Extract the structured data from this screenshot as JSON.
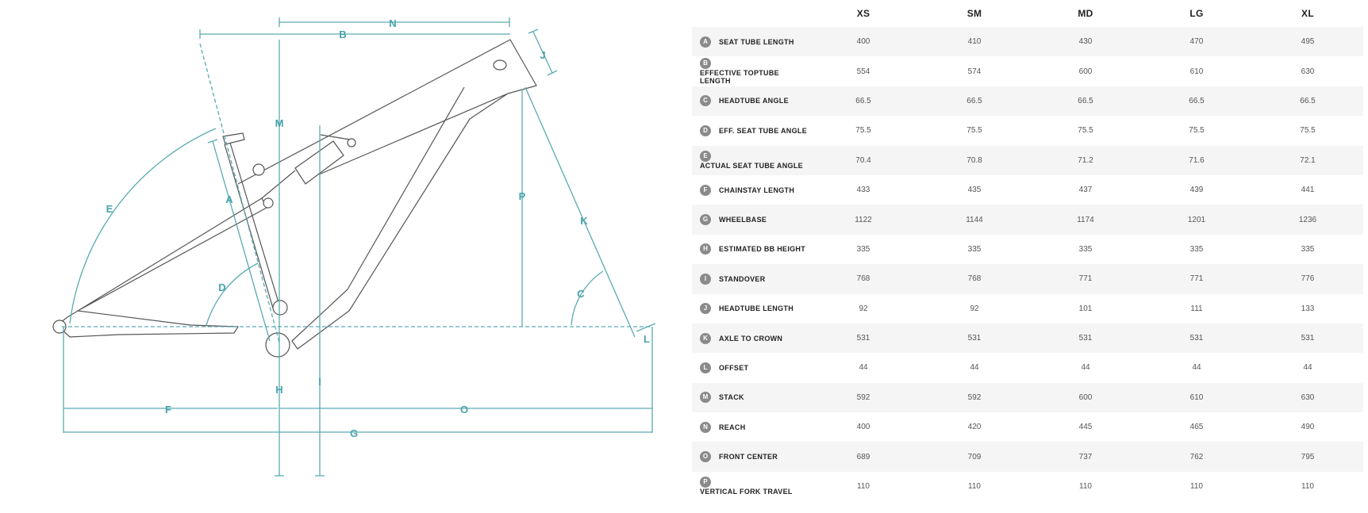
{
  "diagram": {
    "labels": {
      "A": "A",
      "B": "B",
      "C": "C",
      "D": "D",
      "E": "E",
      "F": "F",
      "G": "G",
      "H": "H",
      "I": "I",
      "J": "J",
      "K": "K",
      "L": "L",
      "M": "M",
      "N": "N",
      "O": "O",
      "P": "P"
    },
    "colors": {
      "dimension_line": "#5aaab3",
      "frame_line": "#555555"
    }
  },
  "table": {
    "sizes": [
      "XS",
      "SM",
      "MD",
      "LG",
      "XL"
    ],
    "rows": [
      {
        "letter": "A",
        "name": "SEAT TUBE LENGTH",
        "values": [
          "400",
          "410",
          "430",
          "470",
          "495"
        ]
      },
      {
        "letter": "B",
        "name": "EFFECTIVE TOPTUBE LENGTH",
        "values": [
          "554",
          "574",
          "600",
          "610",
          "630"
        ]
      },
      {
        "letter": "C",
        "name": "HEADTUBE ANGLE",
        "values": [
          "66.5",
          "66.5",
          "66.5",
          "66.5",
          "66.5"
        ]
      },
      {
        "letter": "D",
        "name": "EFF. SEAT TUBE ANGLE",
        "values": [
          "75.5",
          "75.5",
          "75.5",
          "75.5",
          "75.5"
        ]
      },
      {
        "letter": "E",
        "name": "ACTUAL SEAT TUBE ANGLE",
        "values": [
          "70.4",
          "70.8",
          "71.2",
          "71.6",
          "72.1"
        ]
      },
      {
        "letter": "F",
        "name": "CHAINSTAY LENGTH",
        "values": [
          "433",
          "435",
          "437",
          "439",
          "441"
        ]
      },
      {
        "letter": "G",
        "name": "WHEELBASE",
        "values": [
          "1122",
          "1144",
          "1174",
          "1201",
          "1236"
        ]
      },
      {
        "letter": "H",
        "name": "ESTIMATED BB HEIGHT",
        "values": [
          "335",
          "335",
          "335",
          "335",
          "335"
        ]
      },
      {
        "letter": "I",
        "name": "STANDOVER",
        "values": [
          "768",
          "768",
          "771",
          "771",
          "776"
        ]
      },
      {
        "letter": "J",
        "name": "HEADTUBE LENGTH",
        "values": [
          "92",
          "92",
          "101",
          "111",
          "133"
        ]
      },
      {
        "letter": "K",
        "name": "AXLE TO CROWN",
        "values": [
          "531",
          "531",
          "531",
          "531",
          "531"
        ]
      },
      {
        "letter": "L",
        "name": "OFFSET",
        "values": [
          "44",
          "44",
          "44",
          "44",
          "44"
        ]
      },
      {
        "letter": "M",
        "name": "STACK",
        "values": [
          "592",
          "592",
          "600",
          "610",
          "630"
        ]
      },
      {
        "letter": "N",
        "name": "REACH",
        "values": [
          "400",
          "420",
          "445",
          "465",
          "490"
        ]
      },
      {
        "letter": "O",
        "name": "FRONT CENTER",
        "values": [
          "689",
          "709",
          "737",
          "762",
          "795"
        ]
      },
      {
        "letter": "P",
        "name": "VERTICAL FORK TRAVEL",
        "values": [
          "110",
          "110",
          "110",
          "110",
          "110"
        ]
      }
    ]
  }
}
